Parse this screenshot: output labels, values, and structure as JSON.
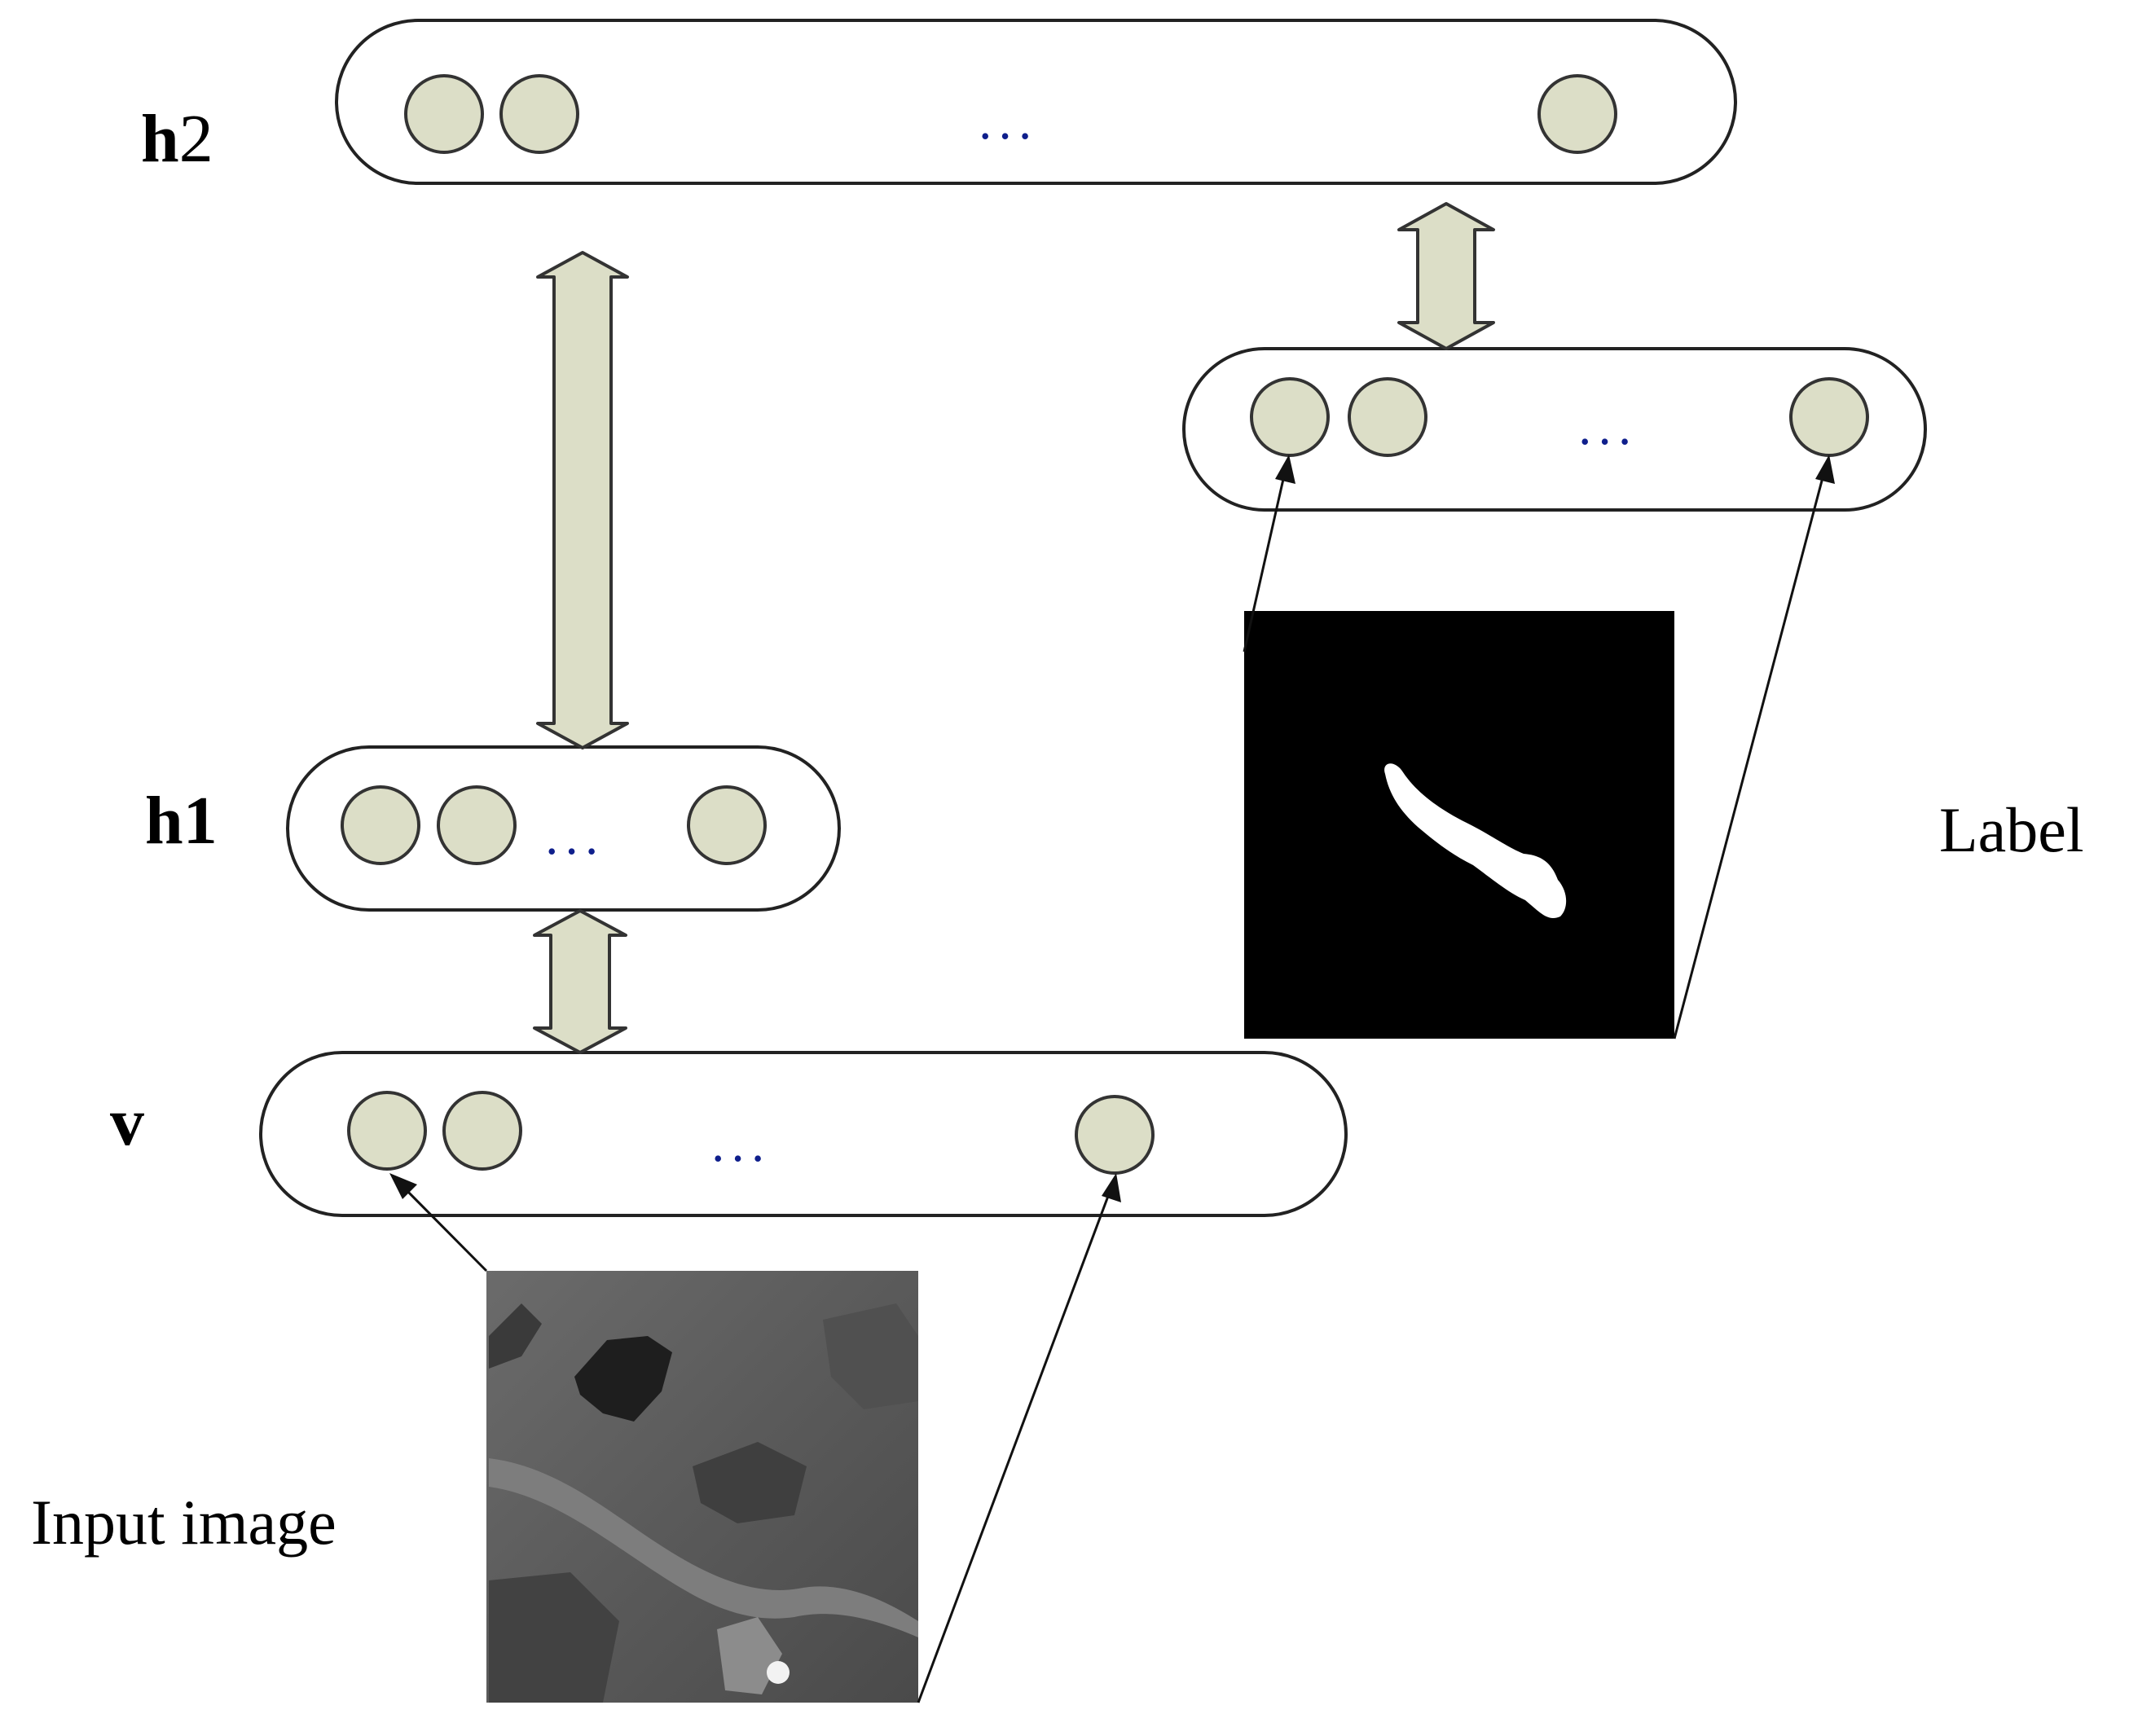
{
  "layers": {
    "h2": {
      "label_bold": "h",
      "label_rest": "2",
      "ellipsis": "..."
    },
    "label_layer": {
      "ellipsis": "..."
    },
    "h1": {
      "label_bold": "h",
      "label_rest": "1",
      "ellipsis": "..."
    },
    "v": {
      "label_bold": "v",
      "ellipsis": "..."
    }
  },
  "captions": {
    "input_image": "Input image",
    "label": "Label"
  },
  "colors": {
    "unit_fill": "#dcdec7",
    "ellipsis": "#0f1f8c",
    "outline": "#222222"
  }
}
